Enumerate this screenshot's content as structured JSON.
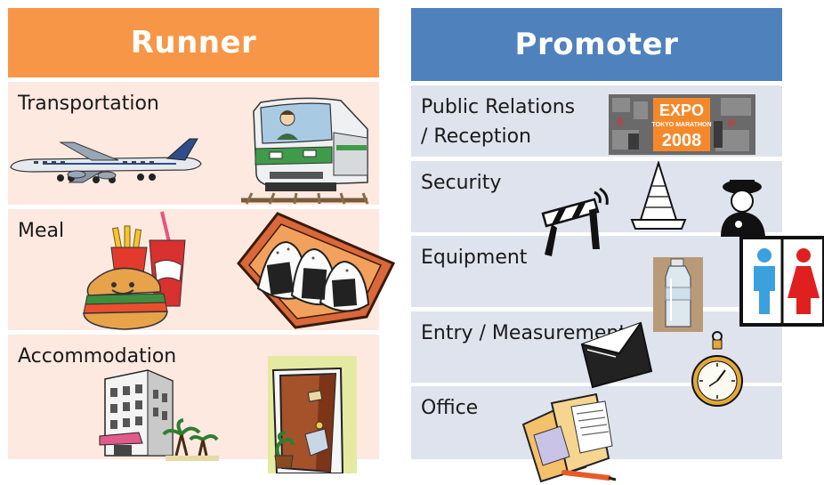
{
  "runner": {
    "title": "Runner",
    "rows": [
      {
        "label": "Transportation"
      },
      {
        "label": "Meal"
      },
      {
        "label": "Accommodation"
      }
    ]
  },
  "promoter": {
    "title": "Promoter",
    "rows": [
      {
        "label_lines": [
          "Public Relations",
          "/ Reception"
        ]
      },
      {
        "label": "Security"
      },
      {
        "label": "Equipment"
      },
      {
        "label": "Entry / Measurement"
      },
      {
        "label": "Office"
      }
    ]
  },
  "expo_logo": {
    "line1": "EXPO",
    "line2": "TOKYO MARATHON",
    "line3": "2008"
  },
  "colors": {
    "runner_header": "#f79646",
    "runner_row": "#fde9e0",
    "promoter_header": "#4f81bd",
    "promoter_row": "#dfe3ed"
  },
  "icons": [
    "airplane-icon",
    "train-icon",
    "fast-food-icon",
    "rice-ball-icon",
    "hotel-icon",
    "door-icon",
    "expo-logo",
    "barricade-icon",
    "traffic-cone-icon",
    "security-guard-icon",
    "water-bottle-icon",
    "restroom-sign-icon",
    "envelope-icon",
    "stopwatch-icon",
    "folder-documents-icon"
  ]
}
